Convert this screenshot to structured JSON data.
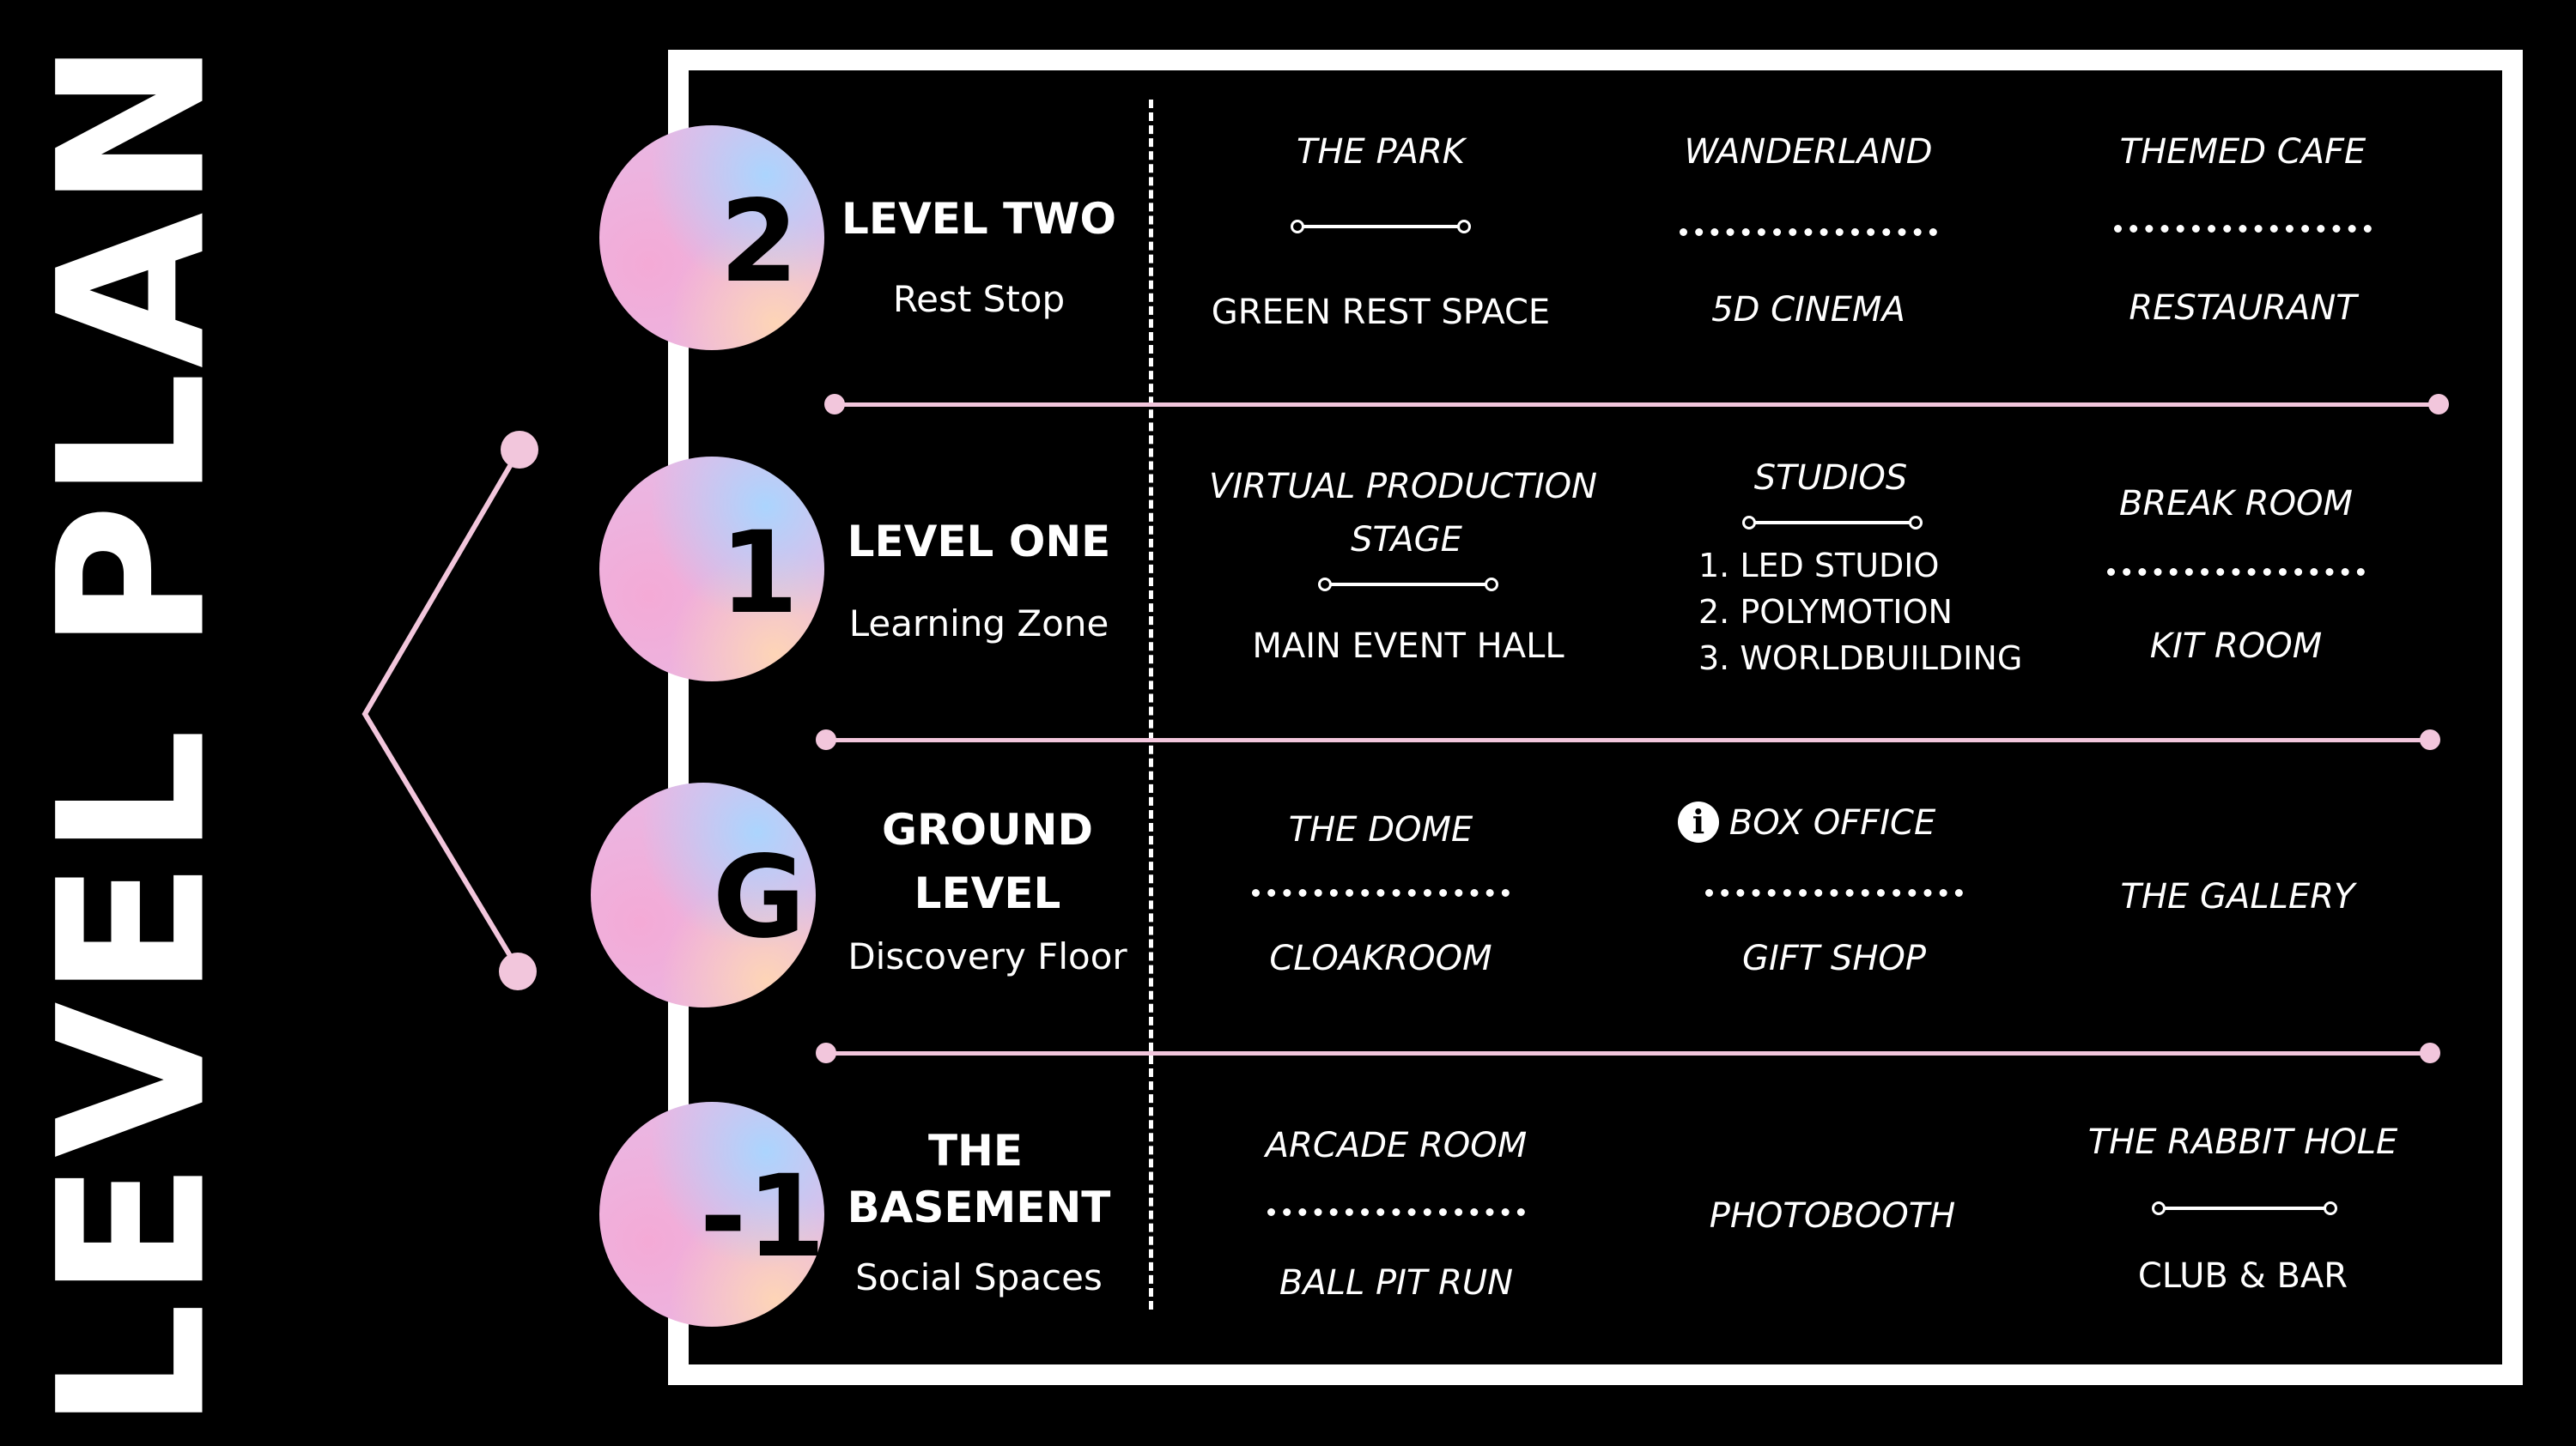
{
  "title": "LEVEL PLAN",
  "colors": {
    "accent": "#f2c6dc",
    "background": "#000000",
    "frame": "#ffffff"
  },
  "levels": [
    {
      "number": "2",
      "name": "LEVEL TWO",
      "subtitle": "Rest Stop",
      "zones": [
        {
          "top": "THE PARK",
          "bottom": "GREEN REST SPACE",
          "link": "line"
        },
        {
          "top": "WANDERLAND",
          "bottom": "5D CINEMA",
          "link": "dots"
        },
        {
          "top": "THEMED CAFE",
          "bottom": "RESTAURANT",
          "link": "dots"
        }
      ]
    },
    {
      "number": "1",
      "name": "LEVEL ONE",
      "subtitle": "Learning Zone",
      "zones": [
        {
          "top_line1": "VIRTUAL PRODUCTION",
          "top_line2": "STAGE",
          "bottom": "MAIN EVENT HALL",
          "link": "line"
        },
        {
          "top": "STUDIOS",
          "list": [
            "LED STUDIO",
            "POLYMOTION",
            "WORLDBUILDING"
          ],
          "link": "line"
        },
        {
          "top": "BREAK ROOM",
          "bottom": "KIT ROOM",
          "link": "dots"
        }
      ]
    },
    {
      "number": "G",
      "name_line1": "GROUND",
      "name_line2": "LEVEL",
      "subtitle": "Discovery Floor",
      "zones": [
        {
          "top": "THE DOME",
          "bottom": "CLOAKROOM",
          "link": "dots"
        },
        {
          "top": "BOX OFFICE",
          "bottom": "GIFT SHOP",
          "link": "dots",
          "icon": "info-icon"
        },
        {
          "single": "THE GALLERY"
        }
      ]
    },
    {
      "number": "-1",
      "name_line1": "THE",
      "name_line2": "BASEMENT",
      "subtitle": "Social Spaces",
      "zones": [
        {
          "top": "ARCADE ROOM",
          "bottom": "BALL PIT RUN",
          "link": "dots"
        },
        {
          "single": "PHOTOBOOTH"
        },
        {
          "top": "THE RABBIT HOLE",
          "bottom": "CLUB & BAR",
          "link": "line"
        }
      ]
    }
  ]
}
